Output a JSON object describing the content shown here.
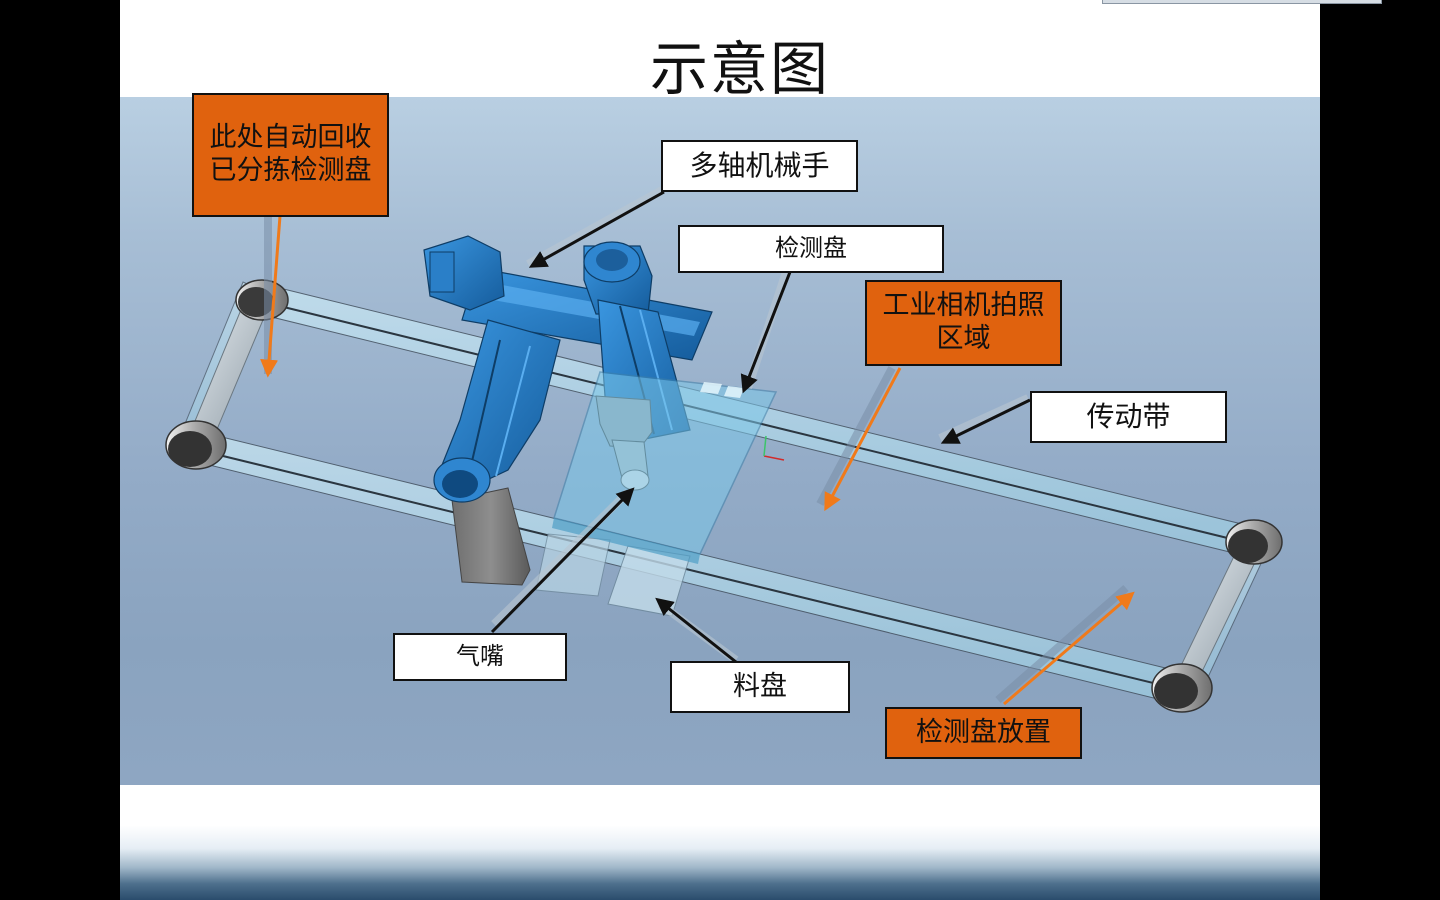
{
  "slide": {
    "title": "示意图"
  },
  "callouts": {
    "auto_recycle": "此处自动回收已分拣检测盘",
    "multi_axis_robot": "多轴机械手",
    "test_tray": "检测盘",
    "camera_area": "工业相机拍照区域",
    "conveyor_belt": "传动带",
    "air_nozzle": "气嘴",
    "material_tray": "料盘",
    "tray_placement": "检测盘放置"
  },
  "colors": {
    "orange_callout": "#e0620e",
    "robot_blue": "#1f78c8",
    "belt": "#a9d4e8",
    "background_top": "#b9cfe2",
    "background_bottom": "#8ea6c2"
  }
}
